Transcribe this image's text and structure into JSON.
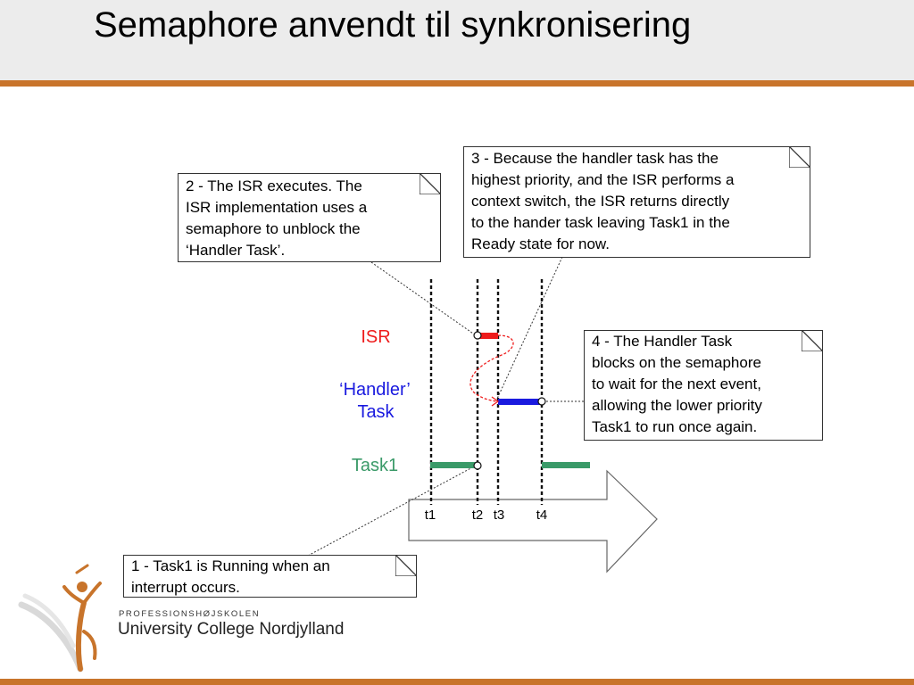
{
  "slide": {
    "title": "Semaphore anvendt til synkronisering"
  },
  "diagram": {
    "rows": {
      "isr": "ISR",
      "handler_line1": "‘Handler’",
      "handler_line2": "Task",
      "task1": "Task1"
    },
    "time_labels": [
      "t1",
      "t2",
      "t3",
      "t4"
    ],
    "colors": {
      "isr": "#ee1c1c",
      "handler": "#1a1adf",
      "task1": "#3a9a68",
      "accent": "#c8742b"
    },
    "callouts": {
      "c1": [
        "1 - Task1 is Running when an",
        "interrupt occurs."
      ],
      "c2": [
        "2 - The ISR executes.  The",
        "ISR implementation uses a",
        "semaphore to unblock the",
        "‘Handler Task’."
      ],
      "c3": [
        "3 - Because the handler task has the",
        "highest priority, and the ISR performs a",
        "context switch, the ISR returns directly",
        "to the hander task leaving Task1 in the",
        "Ready state for now."
      ],
      "c4": [
        "4 - The Handler Task",
        "blocks on the semaphore",
        "to wait for the next event,",
        "allowing the lower priority",
        "Task1 to run once again."
      ]
    }
  },
  "logo": {
    "subtitle": "PROFESSIONSHØJSKOLEN",
    "name": "University College Nordjylland"
  }
}
